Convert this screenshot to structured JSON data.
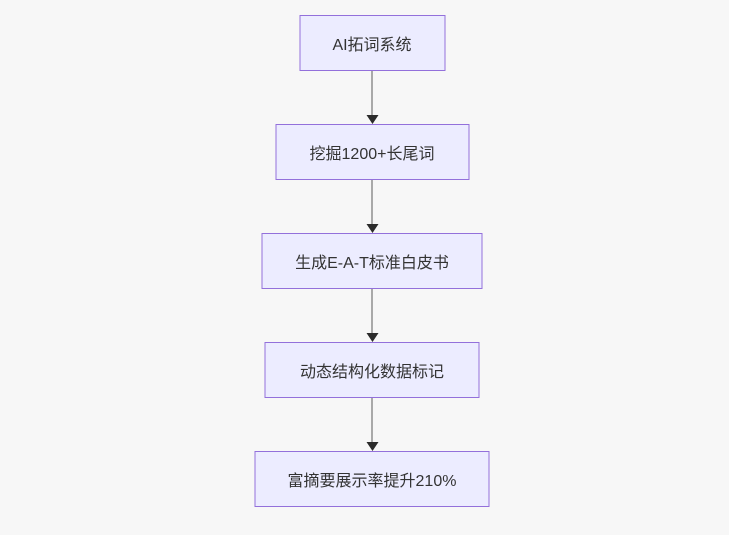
{
  "flowchart": {
    "type": "flowchart",
    "direction": "top-down",
    "nodes": [
      {
        "id": "A",
        "label": "AI拓词系统"
      },
      {
        "id": "B",
        "label": "挖掘1200+长尾词"
      },
      {
        "id": "C",
        "label": "生成E-A-T标准白皮书"
      },
      {
        "id": "D",
        "label": "动态结构化数据标记"
      },
      {
        "id": "E",
        "label": "富摘要展示率提升210%"
      }
    ],
    "edges": [
      {
        "from": "A",
        "to": "B"
      },
      {
        "from": "B",
        "to": "C"
      },
      {
        "from": "C",
        "to": "D"
      },
      {
        "from": "D",
        "to": "E"
      }
    ]
  },
  "theme": {
    "colors": {
      "background": "#f7f7f7",
      "node_fill": "#ececff",
      "node_border": "#9370db",
      "node_text": "#333333",
      "arrow_line": "#5b5b5b",
      "arrow_head": "#2b2b2b"
    }
  }
}
